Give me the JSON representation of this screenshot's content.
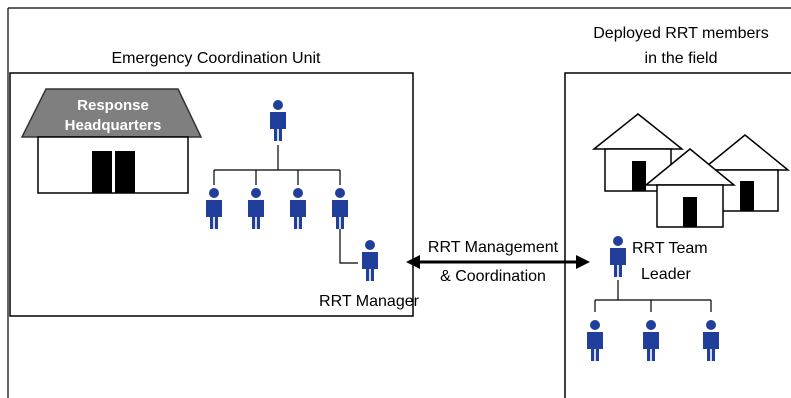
{
  "diagram": {
    "title_left": "Emergency Coordination Unit",
    "title_right_line1": "Deployed RRT members",
    "title_right_line2": "in the field",
    "hq_line1": "Response",
    "hq_line2": "Headquarters",
    "rrt_manager": "RRT Manager",
    "arrow_line1": "RRT Management",
    "arrow_line2": "& Coordination",
    "team_leader_line1": "RRT Team",
    "team_leader_line2": "Leader"
  },
  "colors": {
    "person": "#1f3f9a",
    "roof": "#7f7f7f",
    "door": "#000000"
  },
  "icons": [
    "person-icon",
    "house-icon",
    "building-icon",
    "double-arrow-icon"
  ]
}
